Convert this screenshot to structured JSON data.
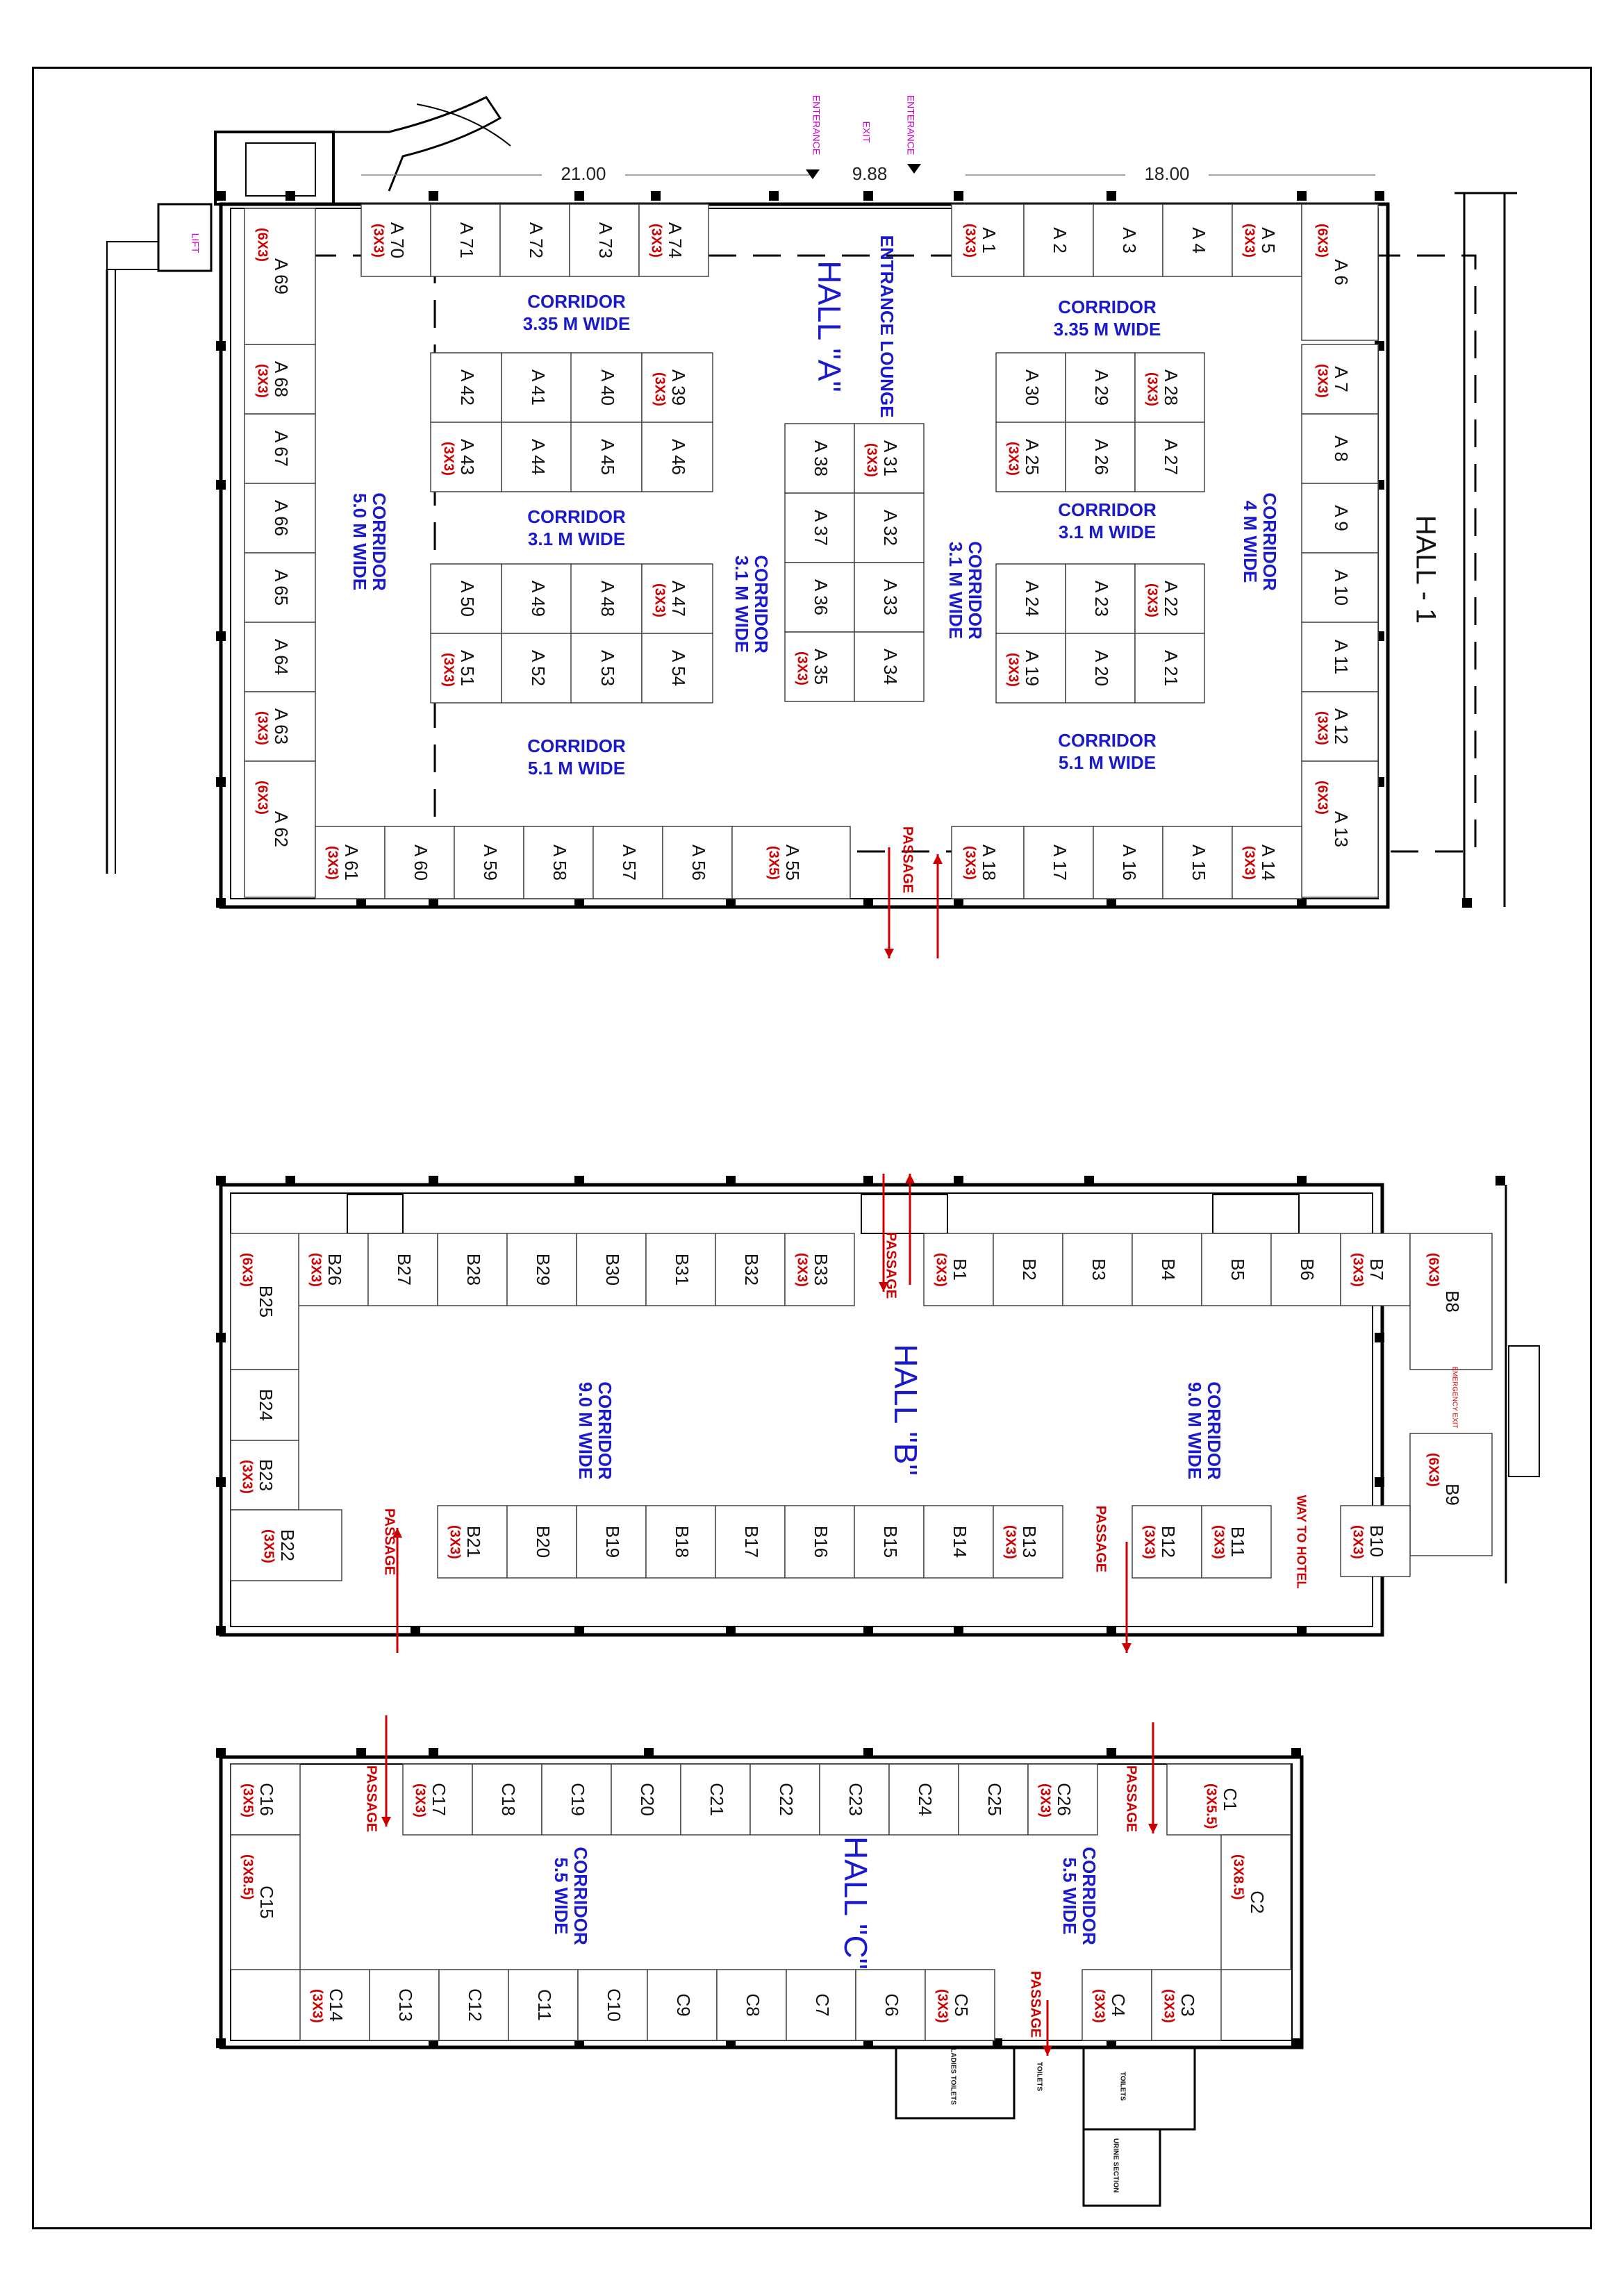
{
  "hallA": {
    "title": "HALL \"A\"",
    "lounge": "ENTRANCE LOUNGE",
    "hall1": "HALL - 1",
    "lift": "LIFT",
    "entrance": "ENTERANCE",
    "exit": "EXIT",
    "passage": "PASSAGE",
    "dims": [
      "21.00",
      "9.88",
      "18.00"
    ],
    "corridors": [
      {
        "l1": "CORRIDOR",
        "l2": "3.35 M WIDE"
      },
      {
        "l1": "CORRIDOR",
        "l2": "3.35 M WIDE"
      },
      {
        "l1": "CORRIDOR",
        "l2": "5.0 M WIDE"
      },
      {
        "l1": "CORRIDOR",
        "l2": "3.1 M WIDE"
      },
      {
        "l1": "CORRIDOR",
        "l2": "3.1 M WIDE"
      },
      {
        "l1": "CORRIDOR",
        "l2": "3.1 M WIDE"
      },
      {
        "l1": "CORRIDOR",
        "l2": "3.1 M WIDE"
      },
      {
        "l1": "CORRIDOR",
        "l2": "4 M WIDE"
      },
      {
        "l1": "CORRIDOR",
        "l2": "5.1 M WIDE"
      },
      {
        "l1": "CORRIDOR",
        "l2": "5.1 M WIDE"
      }
    ],
    "booths": [
      {
        "id": "A 70",
        "size": "(3X3)"
      },
      {
        "id": "A 71",
        "size": ""
      },
      {
        "id": "A 72",
        "size": ""
      },
      {
        "id": "A 73",
        "size": ""
      },
      {
        "id": "A 74",
        "size": "(3X3)"
      },
      {
        "id": "A 1",
        "size": "(3X3)"
      },
      {
        "id": "A 2",
        "size": ""
      },
      {
        "id": "A 3",
        "size": ""
      },
      {
        "id": "A 4",
        "size": ""
      },
      {
        "id": "A 5",
        "size": "(3X3)"
      },
      {
        "id": "A 69",
        "size": "(6X3)"
      },
      {
        "id": "A 68",
        "size": "(3X3)"
      },
      {
        "id": "A 67",
        "size": ""
      },
      {
        "id": "A 66",
        "size": ""
      },
      {
        "id": "A 65",
        "size": ""
      },
      {
        "id": "A 64",
        "size": ""
      },
      {
        "id": "A 63",
        "size": "(3X3)"
      },
      {
        "id": "A 62",
        "size": "(6X3)"
      },
      {
        "id": "A 6",
        "size": "(6X3)"
      },
      {
        "id": "A 7",
        "size": "(3X3)"
      },
      {
        "id": "A 8",
        "size": ""
      },
      {
        "id": "A 9",
        "size": ""
      },
      {
        "id": "A 10",
        "size": ""
      },
      {
        "id": "A 11",
        "size": ""
      },
      {
        "id": "A 12",
        "size": "(3X3)"
      },
      {
        "id": "A 13",
        "size": "(6X3)"
      },
      {
        "id": "A 61",
        "size": "(3X3)"
      },
      {
        "id": "A 60",
        "size": ""
      },
      {
        "id": "A 59",
        "size": ""
      },
      {
        "id": "A 58",
        "size": ""
      },
      {
        "id": "A 57",
        "size": ""
      },
      {
        "id": "A 56",
        "size": ""
      },
      {
        "id": "A 55",
        "size": "(3X5)"
      },
      {
        "id": "A 18",
        "size": "(3X3)"
      },
      {
        "id": "A 17",
        "size": ""
      },
      {
        "id": "A 16",
        "size": ""
      },
      {
        "id": "A 15",
        "size": ""
      },
      {
        "id": "A 14",
        "size": "(3X3)"
      },
      {
        "id": "A 42",
        "size": ""
      },
      {
        "id": "A 41",
        "size": ""
      },
      {
        "id": "A 40",
        "size": ""
      },
      {
        "id": "A 39",
        "size": "(3X3)"
      },
      {
        "id": "A 43",
        "size": "(3X3)"
      },
      {
        "id": "A 44",
        "size": ""
      },
      {
        "id": "A 45",
        "size": ""
      },
      {
        "id": "A 46",
        "size": ""
      },
      {
        "id": "A 50",
        "size": ""
      },
      {
        "id": "A 49",
        "size": ""
      },
      {
        "id": "A 48",
        "size": ""
      },
      {
        "id": "A 47",
        "size": "(3X3)"
      },
      {
        "id": "A 51",
        "size": "(3X3)"
      },
      {
        "id": "A 52",
        "size": ""
      },
      {
        "id": "A 53",
        "size": ""
      },
      {
        "id": "A 54",
        "size": ""
      },
      {
        "id": "A 38",
        "size": ""
      },
      {
        "id": "A 31",
        "size": "(3X3)"
      },
      {
        "id": "A 37",
        "size": ""
      },
      {
        "id": "A 32",
        "size": ""
      },
      {
        "id": "A 36",
        "size": ""
      },
      {
        "id": "A 33",
        "size": ""
      },
      {
        "id": "A 35",
        "size": "(3X3)"
      },
      {
        "id": "A 34",
        "size": ""
      },
      {
        "id": "A 30",
        "size": ""
      },
      {
        "id": "A 29",
        "size": ""
      },
      {
        "id": "A 28",
        "size": "(3X3)"
      },
      {
        "id": "A 25",
        "size": "(3X3)"
      },
      {
        "id": "A 26",
        "size": ""
      },
      {
        "id": "A 27",
        "size": ""
      },
      {
        "id": "A 24",
        "size": ""
      },
      {
        "id": "A 23",
        "size": ""
      },
      {
        "id": "A 22",
        "size": "(3X3)"
      },
      {
        "id": "A 19",
        "size": "(3X3)"
      },
      {
        "id": "A 20",
        "size": ""
      },
      {
        "id": "A 21",
        "size": ""
      }
    ]
  },
  "hallB": {
    "title": "HALL \"B\"",
    "passage": "PASSAGE",
    "emergency": "EMERGENCY EXIT",
    "way": "WAY TO HOTEL",
    "corridors": [
      {
        "l1": "CORRIDOR",
        "l2": "9.0 M WIDE"
      },
      {
        "l1": "CORRIDOR",
        "l2": "9.0 M WIDE"
      }
    ],
    "booths": [
      {
        "id": "B26",
        "size": "(3X3)"
      },
      {
        "id": "B27",
        "size": ""
      },
      {
        "id": "B28",
        "size": ""
      },
      {
        "id": "B29",
        "size": ""
      },
      {
        "id": "B30",
        "size": ""
      },
      {
        "id": "B31",
        "size": ""
      },
      {
        "id": "B32",
        "size": ""
      },
      {
        "id": "B33",
        "size": "(3X3)"
      },
      {
        "id": "B1",
        "size": "(3X3)"
      },
      {
        "id": "B2",
        "size": ""
      },
      {
        "id": "B3",
        "size": ""
      },
      {
        "id": "B4",
        "size": ""
      },
      {
        "id": "B5",
        "size": ""
      },
      {
        "id": "B6",
        "size": ""
      },
      {
        "id": "B7",
        "size": "(3X3)"
      },
      {
        "id": "B25",
        "size": "(6X3)"
      },
      {
        "id": "B24",
        "size": ""
      },
      {
        "id": "B23",
        "size": "(3X3)"
      },
      {
        "id": "B22",
        "size": "(3X5)"
      },
      {
        "id": "B8",
        "size": "(6X3)"
      },
      {
        "id": "B9",
        "size": "(6X3)"
      },
      {
        "id": "B10",
        "size": "(3X3)"
      },
      {
        "id": "B21",
        "size": "(3X3)"
      },
      {
        "id": "B20",
        "size": ""
      },
      {
        "id": "B19",
        "size": ""
      },
      {
        "id": "B18",
        "size": ""
      },
      {
        "id": "B17",
        "size": ""
      },
      {
        "id": "B16",
        "size": ""
      },
      {
        "id": "B15",
        "size": ""
      },
      {
        "id": "B14",
        "size": ""
      },
      {
        "id": "B13",
        "size": "(3X3)"
      },
      {
        "id": "B12",
        "size": "(3X3)"
      },
      {
        "id": "B11",
        "size": "(3X3)"
      }
    ]
  },
  "hallC": {
    "title": "HALL \"C\"",
    "passage": "PASSAGE",
    "ladies": "LADIES TOILETS",
    "toilets": "TOILETS",
    "urine": "URINE SECTION",
    "corridors": [
      {
        "l1": "CORRIDOR",
        "l2": "5.5 WIDE"
      },
      {
        "l1": "CORRIDOR",
        "l2": "5.5 WIDE"
      }
    ],
    "booths": [
      {
        "id": "C16",
        "size": "(3X5)"
      },
      {
        "id": "C15",
        "size": "(3X8.5)"
      },
      {
        "id": "C1",
        "size": "(3X5.5)"
      },
      {
        "id": "C2",
        "size": "(3X8.5)"
      },
      {
        "id": "C17",
        "size": "(3X3)"
      },
      {
        "id": "C18",
        "size": ""
      },
      {
        "id": "C19",
        "size": ""
      },
      {
        "id": "C20",
        "size": ""
      },
      {
        "id": "C21",
        "size": ""
      },
      {
        "id": "C22",
        "size": ""
      },
      {
        "id": "C23",
        "size": ""
      },
      {
        "id": "C24",
        "size": ""
      },
      {
        "id": "C25",
        "size": ""
      },
      {
        "id": "C26",
        "size": "(3X3)"
      },
      {
        "id": "C14",
        "size": "(3X3)"
      },
      {
        "id": "C13",
        "size": ""
      },
      {
        "id": "C12",
        "size": ""
      },
      {
        "id": "C11",
        "size": ""
      },
      {
        "id": "C10",
        "size": ""
      },
      {
        "id": "C9",
        "size": ""
      },
      {
        "id": "C8",
        "size": ""
      },
      {
        "id": "C7",
        "size": ""
      },
      {
        "id": "C6",
        "size": ""
      },
      {
        "id": "C5",
        "size": "(3X3)"
      },
      {
        "id": "C4",
        "size": "(3X3)"
      },
      {
        "id": "C3",
        "size": "(3X3)"
      }
    ]
  },
  "colors": {
    "label": "#111111",
    "size": "#cc0000",
    "hall": "#1a1acc",
    "magenta": "#cc00cc",
    "line": "#000000",
    "box": "#444444"
  }
}
